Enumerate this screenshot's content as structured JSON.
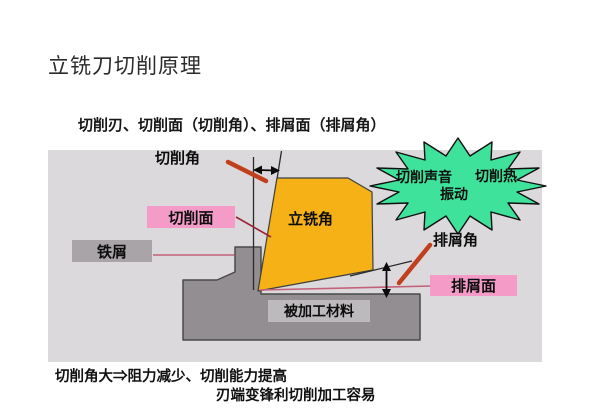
{
  "header": {
    "title": "立铣刀切削原理",
    "subtitle": "切削刃、切削面（切削角）、排屑面（排屑角）"
  },
  "diagram": {
    "labels": {
      "cutting_angle": "切削角",
      "cutting_face": "切削面",
      "iron_chip": "铁屑",
      "end_mill_angle": "立铣角",
      "chip_removal_angle": "排屑角",
      "chip_removal_face": "排屑面",
      "workpiece": "被加工材料"
    },
    "burst": {
      "sound": "切削声音",
      "heat": "切削热",
      "vibration": "振动"
    },
    "colors": {
      "background": "#dbd9db",
      "cutter_yellow": "#f5b116",
      "burst_green": "#3fe29b",
      "pink_label": "#f49bc8",
      "gray_label": "#a8a4a8",
      "workpiece_gray": "#928e92",
      "workpiece_label_gray": "#bdbabd",
      "indicator_red": "#c0401d",
      "leader_pink": "#c4607a",
      "leader_dark_red": "#9b2335",
      "line_black": "#2b2b2b"
    }
  },
  "notes": {
    "line1": "切削角大⇒阻力减少、切削能力提高",
    "line2": "刃端变锋利切削加工容易"
  }
}
